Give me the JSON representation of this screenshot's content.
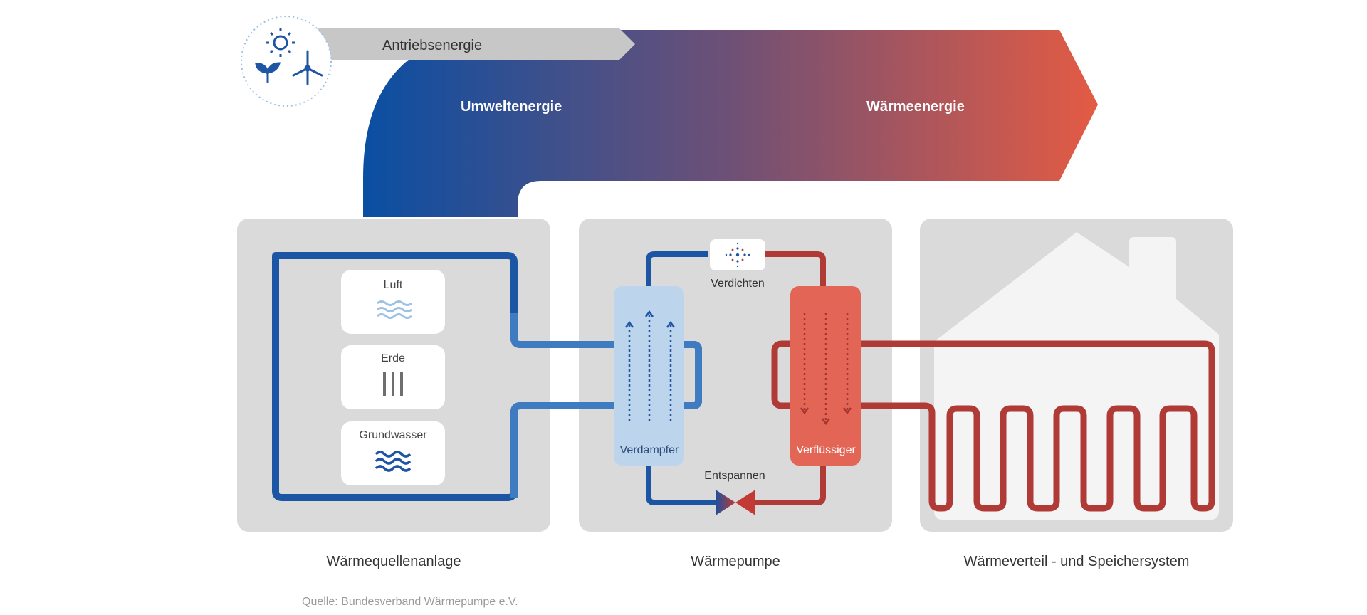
{
  "arrow": {
    "drive_label": "Antriebsenergie",
    "env_label": "Umweltenergie",
    "heat_label": "Wärmeenergie"
  },
  "source_box": {
    "items": [
      {
        "label": "Luft",
        "icon": "air-waves-icon"
      },
      {
        "label": "Erde",
        "icon": "ground-probe-icon"
      },
      {
        "label": "Grundwasser",
        "icon": "water-waves-icon"
      }
    ]
  },
  "pump": {
    "compress_label": "Verdichten",
    "evaporator_label": "Verdampfer",
    "condenser_label": "Verflüssiger",
    "expand_label": "Entspannen"
  },
  "captions": {
    "source": "Wärmequellenanlage",
    "pump": "Wärmepumpe",
    "distribution": "Wärmeverteil - und Speichersystem"
  },
  "source_note": "Quelle: Bundesverband Wärmepumpe e.V.",
  "colors": {
    "blue": "#0e4fa2",
    "blue_light": "#3f7bc0",
    "red": "#b03a35",
    "red_light": "#e06253",
    "box_gray": "#dadada",
    "icon_blue": "#1f55a5"
  }
}
